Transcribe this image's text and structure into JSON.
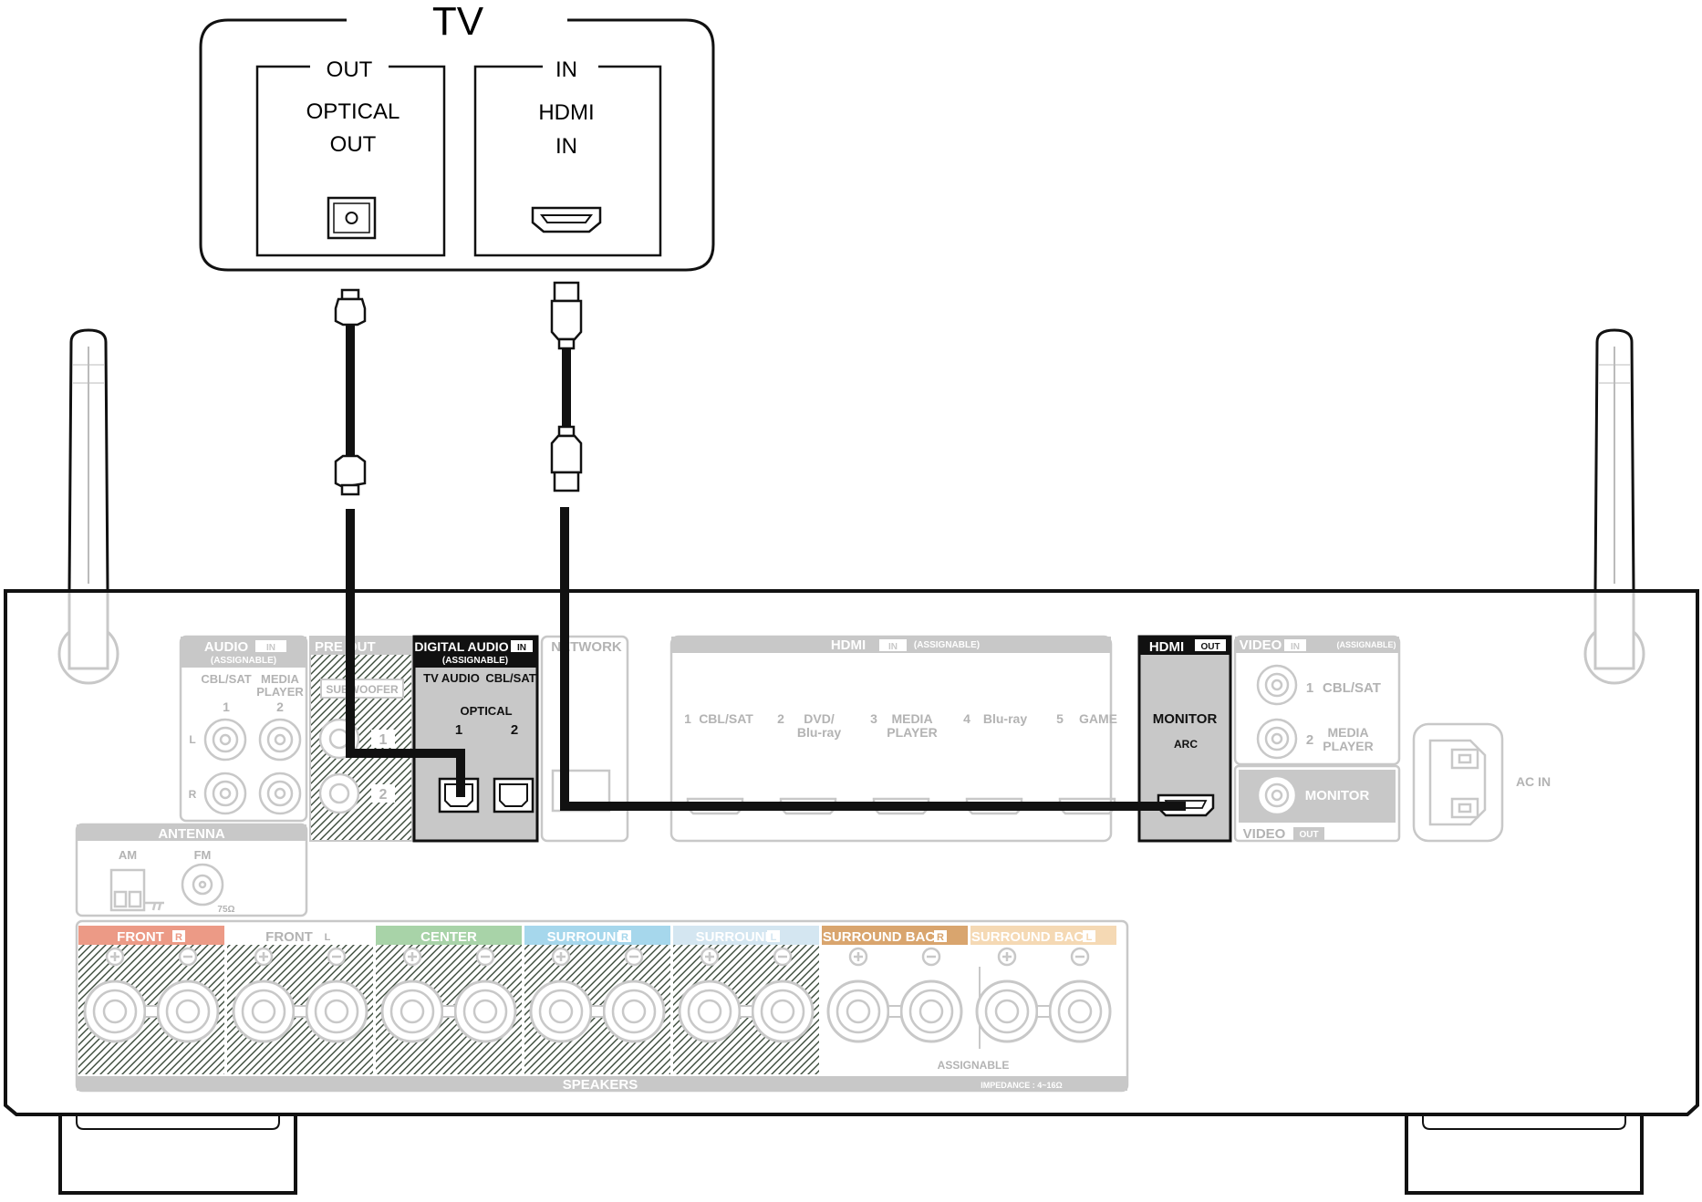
{
  "tv": {
    "title": "TV",
    "out_group": "OUT",
    "in_group": "IN",
    "optical_out": [
      "OPTICAL",
      "OUT"
    ],
    "hdmi_in": [
      "HDMI",
      "IN"
    ]
  },
  "receiver": {
    "audio_in": {
      "title": "AUDIO",
      "badge": "IN",
      "sub": "(ASSIGNABLE)",
      "col1": "CBL/SAT",
      "col1n": "1",
      "col2a": "MEDIA",
      "col2b": "PLAYER",
      "col2n": "2",
      "l": "L",
      "r": "R"
    },
    "pre_out": {
      "title": "PRE OUT",
      "subwoofer": "SUBWOOFER",
      "n1": "1",
      "n2": "2"
    },
    "digital_audio": {
      "title": "DIGITAL AUDIO",
      "badge": "IN",
      "sub": "(ASSIGNABLE)",
      "tv_audio": "TV AUDIO",
      "cbl_sat": "CBL/SAT",
      "optical": "OPTICAL",
      "n1": "1",
      "n2": "2"
    },
    "network": {
      "title": "NETWORK"
    },
    "hdmi_in": {
      "title": "HDMI",
      "badge": "IN",
      "sub": "(ASSIGNABLE)",
      "ports": [
        {
          "n": "1",
          "a": "CBL/SAT",
          "b": ""
        },
        {
          "n": "2",
          "a": "DVD/",
          "b": "Blu-ray"
        },
        {
          "n": "3",
          "a": "MEDIA",
          "b": "PLAYER"
        },
        {
          "n": "4",
          "a": "Blu-ray",
          "b": ""
        },
        {
          "n": "5",
          "a": "GAME",
          "b": ""
        }
      ]
    },
    "hdmi_out": {
      "title": "HDMI",
      "badge": "OUT",
      "monitor": "MONITOR",
      "arc": "ARC"
    },
    "video_in": {
      "title": "VIDEO",
      "badge": "IN",
      "sub": "(ASSIGNABLE)",
      "p1n": "1",
      "p1": "CBL/SAT",
      "p2n": "2",
      "p2a": "MEDIA",
      "p2b": "PLAYER"
    },
    "video_out": {
      "title": "VIDEO",
      "badge": "OUT",
      "monitor": "MONITOR"
    },
    "ac_in": "AC IN",
    "antenna": {
      "title": "ANTENNA",
      "am": "AM",
      "fm": "FM",
      "ohm": "75Ω"
    },
    "speakers": {
      "title": "SPEAKERS",
      "assignable": "ASSIGNABLE",
      "impedance": "IMPEDANCE : 4~16Ω",
      "channels": [
        {
          "name": "FRONT",
          "side": "R",
          "color": "#ec9a86"
        },
        {
          "name": "FRONT",
          "side": "L",
          "color": "#ffffff"
        },
        {
          "name": "CENTER",
          "side": "",
          "color": "#a8d3a8"
        },
        {
          "name": "SURROUND",
          "side": "R",
          "color": "#a6d7ec"
        },
        {
          "name": "SURROUND",
          "side": "L",
          "color": "#d4e6f1"
        },
        {
          "name": "SURROUND BACK",
          "side": "R",
          "color": "#d9a56e"
        },
        {
          "name": "SURROUND BACK",
          "side": "L",
          "color": "#f5d9b4"
        }
      ]
    }
  }
}
